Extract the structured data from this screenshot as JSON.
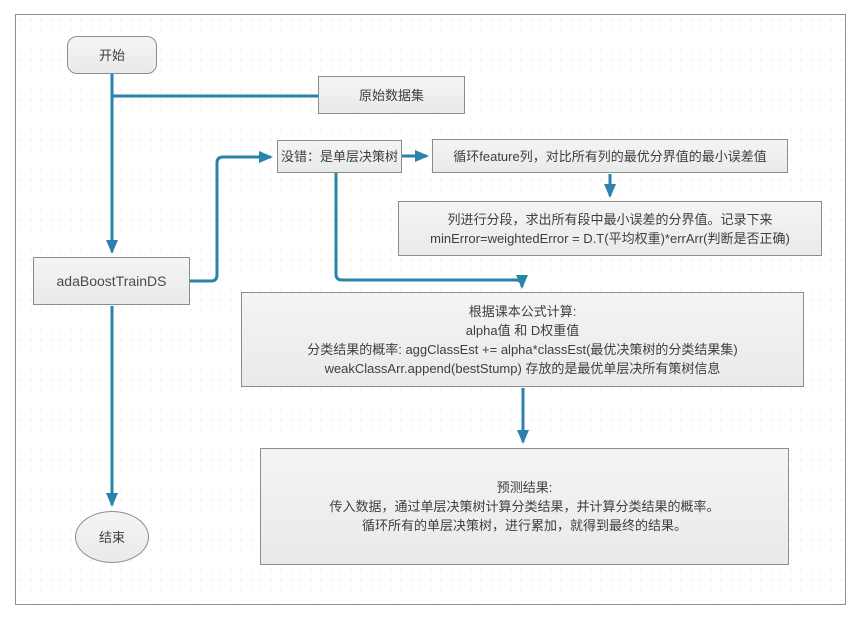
{
  "diagram": {
    "type": "flowchart",
    "colors": {
      "connector": "#2b82aa",
      "node_fill": "#ececec",
      "node_border": "#8c8c8c",
      "text": "#3e3e3e",
      "frame_border": "#8f8f8f"
    },
    "nodes": {
      "start": {
        "label": "开始"
      },
      "dataset": {
        "label": "原始数据集"
      },
      "stump": {
        "label": "没错：是单层决策树"
      },
      "loop_feature": {
        "label": "循环feature列，对比所有列的最优分界值的最小误差值"
      },
      "segment": {
        "lines": [
          "列进行分段，求出所有段中最小误差的分界值。记录下来",
          "minError=weightedError = D.T(平均权重)*errArr(判断是否正确)"
        ]
      },
      "adaboost": {
        "label": "adaBoostTrainDS"
      },
      "formula": {
        "lines": [
          "根据课本公式计算:",
          "alpha值 和 D权重值",
          "分类结果的概率: aggClassEst += alpha*classEst(最优决策树的分类结果集)",
          "weakClassArr.append(bestStump) 存放的是最优单层决所有策树信息"
        ]
      },
      "predict": {
        "lines": [
          "预测结果:",
          "传入数据，通过单层决策树计算分类结果，并计算分类结果的概率。",
          "循环所有的单层决策树，进行累加，就得到最终的结果。"
        ]
      },
      "end": {
        "label": "结束"
      }
    }
  }
}
